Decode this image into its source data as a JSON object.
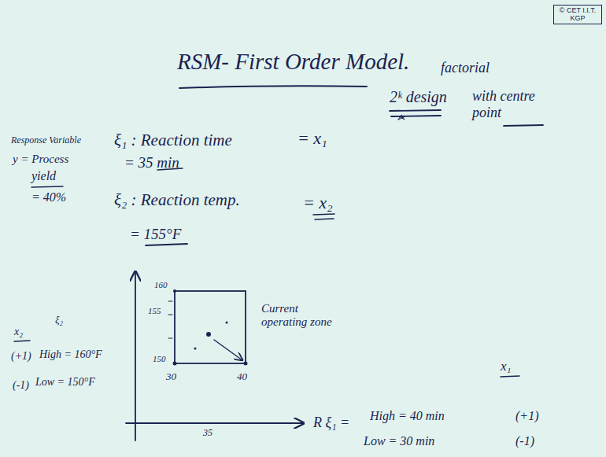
{
  "diagram": {
    "title": "RSM- First Order Model.",
    "labels": [
      "© CET I.I.T. KGP",
      "factorial",
      "2ᵏ design",
      "with centre point",
      "Response Variable",
      "y = Process",
      "yield",
      "= 40%",
      "ξ₁ : Reaction time",
      "= x₁",
      "= 35 min",
      "ξ₂ : Reaction temp.",
      "= x₂",
      "= 155°F",
      "ξ₂",
      "x₂",
      "(+1)",
      "High = 160°F",
      "(-1)",
      "Low = 150°F",
      "160",
      "155",
      "150",
      "30",
      "40",
      "35",
      "Current operating zone",
      "x₁",
      "R ξ₁ =",
      "High = 40 min",
      "(+1)",
      "Low = 30 min",
      "(-1)"
    ]
  }
}
